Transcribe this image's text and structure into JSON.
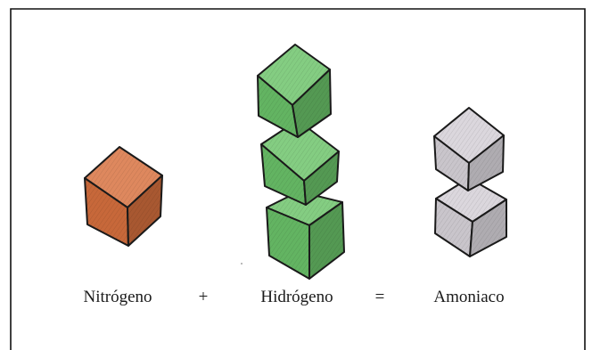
{
  "labels": {
    "nitrogen": "Nitrógeno",
    "plus": "+",
    "hydrogen": "Hidrógeno",
    "equals": "=",
    "ammonia": "Amoniaco"
  },
  "cube_colors": {
    "nitrogen": "#d8713f",
    "hydrogen": "#6cc46a",
    "ammonia": "#d6d2d8",
    "outline": "#1a1a1a"
  },
  "cube_counts": {
    "nitrogen": 1,
    "hydrogen": 3,
    "ammonia": 2
  }
}
